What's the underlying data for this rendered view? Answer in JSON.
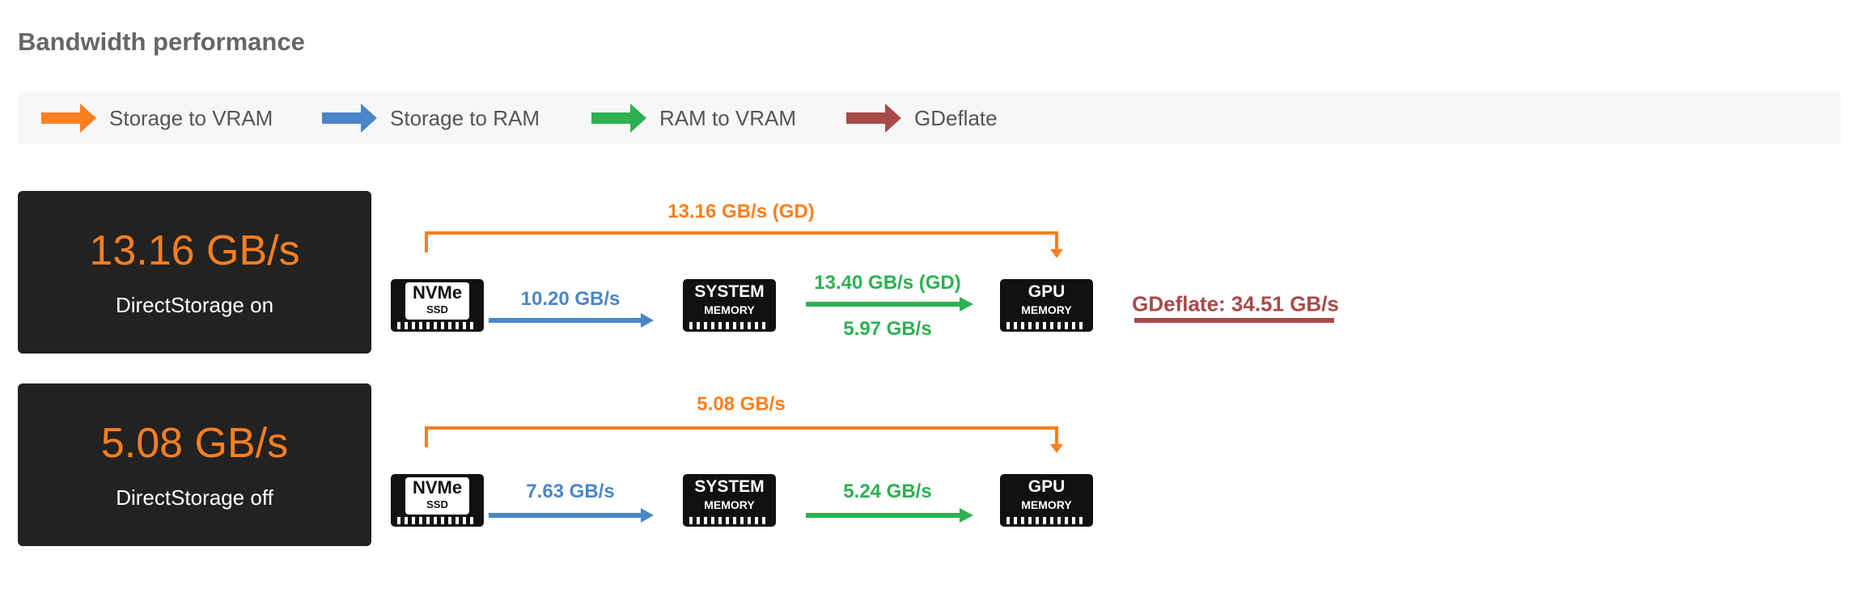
{
  "title": "Bandwidth performance",
  "colors": {
    "storage_to_vram": "#fd7f1e",
    "storage_to_ram": "#4a86c8",
    "ram_to_vram": "#2db052",
    "gdeflate": "#a84a4a"
  },
  "legend": [
    {
      "label": "Storage to VRAM",
      "color": "#fd7f1e"
    },
    {
      "label": "Storage to RAM",
      "color": "#4a86c8"
    },
    {
      "label": "RAM to VRAM",
      "color": "#2db052"
    },
    {
      "label": "GDeflate",
      "color": "#a84a4a"
    }
  ],
  "chips": {
    "nvme": "NVMe",
    "ssd": "SSD",
    "system": "SYSTEM",
    "gpu": "GPU",
    "memory": "MEMORY"
  },
  "rows": [
    {
      "value": "13.16 GB/s",
      "mode": "DirectStorage on",
      "storage_to_vram": "13.16 GB/s (GD)",
      "storage_to_ram": "10.20 GB/s",
      "ram_to_vram_top": "13.40 GB/s (GD)",
      "ram_to_vram_bottom": "5.97 GB/s",
      "gdeflate": "GDeflate: 34.51 GB/s"
    },
    {
      "value": "5.08 GB/s",
      "mode": "DirectStorage off",
      "storage_to_vram": "5.08 GB/s",
      "storage_to_ram": "7.63 GB/s",
      "ram_to_vram": "5.24 GB/s"
    }
  ]
}
